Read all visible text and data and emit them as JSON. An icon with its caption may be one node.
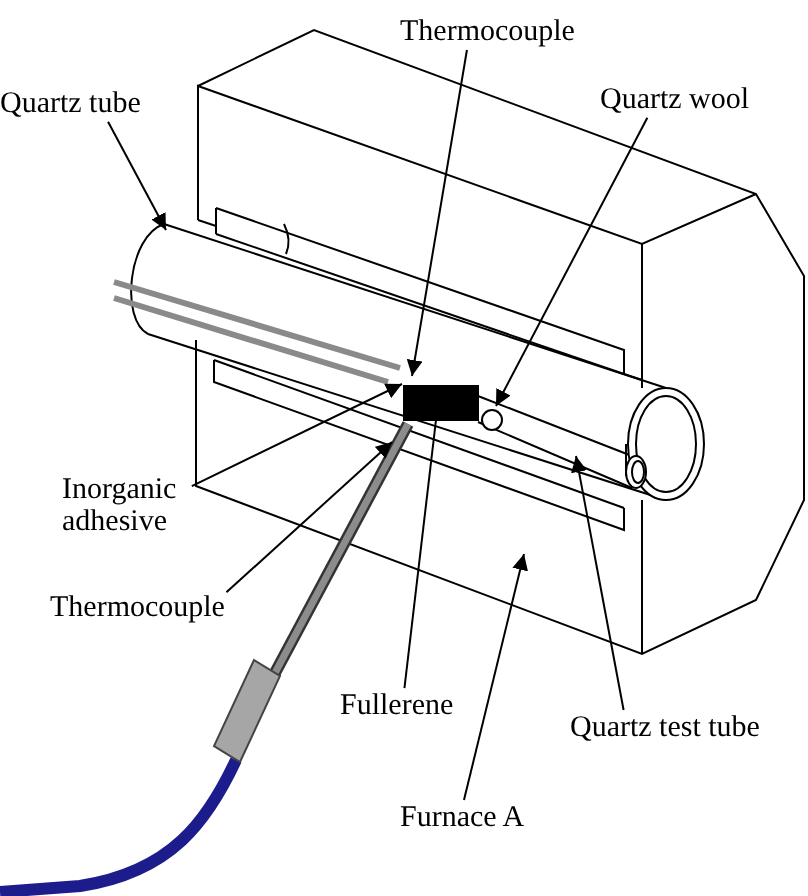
{
  "diagram": {
    "nodes": [
      {
        "text": [
          "Thermocouple"
        ]
      },
      {
        "text": [
          "Quartz tube"
        ]
      },
      {
        "text": [
          "Quartz wool"
        ]
      },
      {
        "text": [
          "Inorganic adhesive"
        ]
      },
      {
        "text": [
          "Thermocouple"
        ]
      },
      {
        "text": [
          "Fullerene"
        ]
      },
      {
        "text": [
          "Quartz test tube"
        ]
      },
      {
        "text": [
          "Furnace A"
        ]
      }
    ],
    "edges": [
      {
        "from": 0,
        "to": null,
        "arrow": "to"
      },
      {
        "from": 1,
        "to": null,
        "arrow": "to"
      },
      {
        "from": 2,
        "to": null,
        "arrow": "to"
      },
      {
        "from": 3,
        "to": null,
        "arrow": "to"
      },
      {
        "from": 4,
        "to": null,
        "arrow": "to"
      },
      {
        "from": 5,
        "to": null,
        "arrow": "none"
      },
      {
        "from": 6,
        "to": null,
        "arrow": "to"
      },
      {
        "from": 7,
        "to": null,
        "arrow": "to"
      }
    ]
  }
}
